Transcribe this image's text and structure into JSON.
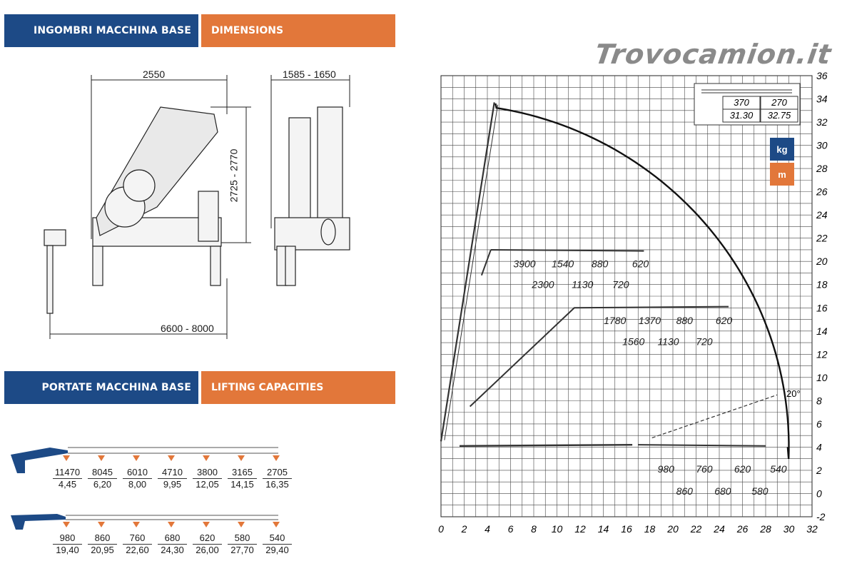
{
  "banners": {
    "dimensions": {
      "it": "INGOMBRI MACCHINA BASE",
      "en": "DIMENSIONS"
    },
    "lifting": {
      "it": "PORTATE MACCHINA BASE",
      "en": "LIFTING CAPACITIES"
    }
  },
  "logo": "Trovocamion.it",
  "dimensions": {
    "width": "2550",
    "side_width": "1585 - 1650",
    "height": "2725 - 2770",
    "outrigger_span": "6600 - 8000"
  },
  "capacities_main": [
    {
      "kg": "11470",
      "m": "4,45"
    },
    {
      "kg": "8045",
      "m": "6,20"
    },
    {
      "kg": "6010",
      "m": "8,00"
    },
    {
      "kg": "4710",
      "m": "9,95"
    },
    {
      "kg": "3800",
      "m": "12,05"
    },
    {
      "kg": "3165",
      "m": "14,15"
    },
    {
      "kg": "2705",
      "m": "16,35"
    }
  ],
  "capacities_jib": [
    {
      "kg": "980",
      "m": "19,40"
    },
    {
      "kg": "860",
      "m": "20,95"
    },
    {
      "kg": "760",
      "m": "22,60"
    },
    {
      "kg": "680",
      "m": "24,30"
    },
    {
      "kg": "620",
      "m": "26,00"
    },
    {
      "kg": "580",
      "m": "27,70"
    },
    {
      "kg": "540",
      "m": "29,40"
    }
  ],
  "legend": {
    "kg": "kg",
    "m": "m",
    "tip_table": [
      {
        "kg": "370",
        "m": "31.30"
      },
      {
        "kg": "270",
        "m": "32.75"
      }
    ]
  },
  "chart_data": {
    "type": "diagram",
    "x_ticks": [
      "0",
      "2",
      "4",
      "6",
      "8",
      "10",
      "12",
      "14",
      "16",
      "18",
      "20",
      "22",
      "24",
      "26",
      "28",
      "30",
      "32"
    ],
    "y_ticks": [
      "36",
      "34",
      "32",
      "30",
      "28",
      "26",
      "24",
      "22",
      "20",
      "18",
      "16",
      "14",
      "12",
      "10",
      "8",
      "6",
      "4",
      "2",
      "0",
      "-2"
    ],
    "xlim": [
      0,
      32
    ],
    "ylim": [
      -2,
      36
    ],
    "angle_label": "20°",
    "boom_labels": {
      "level_20_top": [
        "3900",
        "1540",
        "880",
        "620"
      ],
      "level_20_bottom": [
        "2300",
        "1130",
        "720"
      ],
      "level_16_top": [
        "1780",
        "1370",
        "880",
        "620"
      ],
      "level_16_bottom": [
        "1560",
        "1130",
        "720"
      ],
      "level_4_top": [
        "980",
        "760",
        "620",
        "540"
      ],
      "level_4_bottom": [
        "860",
        "680",
        "580"
      ]
    }
  }
}
